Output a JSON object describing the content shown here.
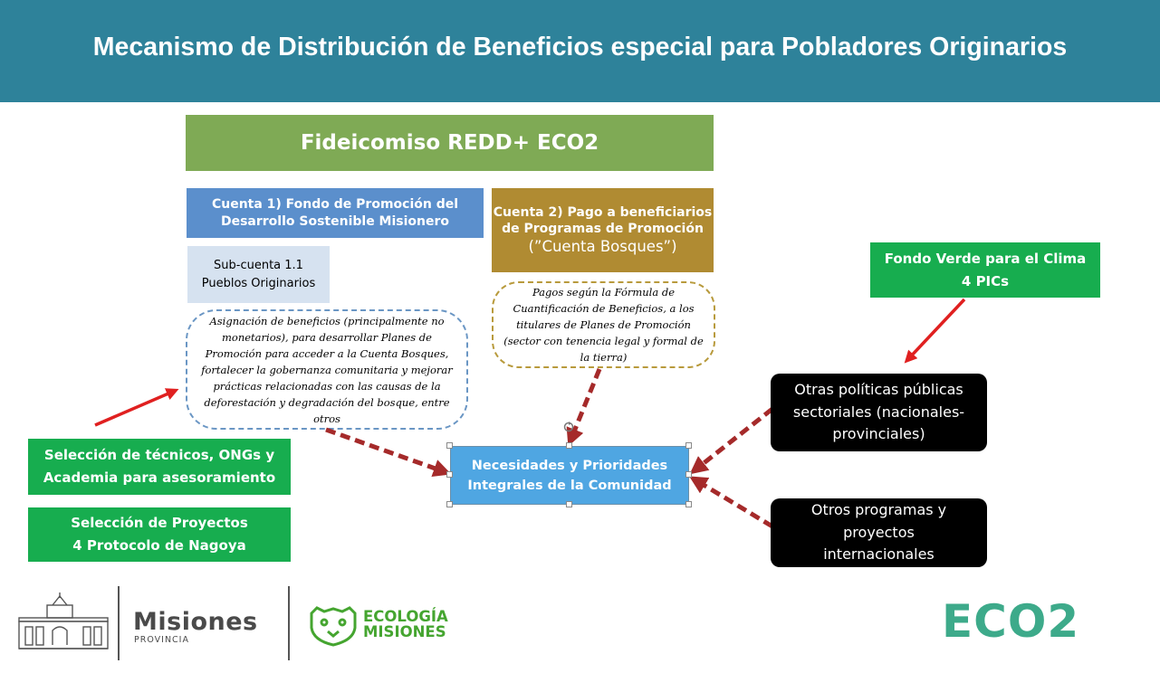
{
  "header": {
    "title": "Mecanismo de Distribución de Beneficios especial para Pobladores Originarios"
  },
  "fideicomiso": {
    "title": "Fideicomiso REDD+ ECO2"
  },
  "cuenta1": {
    "title": "Cuenta 1) Fondo de Promoción del Desarrollo Sostenible Misionero"
  },
  "cuenta2": {
    "title": "Cuenta 2) Pago a beneficiarios de Programas de Promoción",
    "subtitle": "(”Cuenta Bosques”)"
  },
  "subcuenta": {
    "line1": "Sub-cuenta 1.1",
    "line2": "Pueblos Originarios"
  },
  "asignacion": {
    "text": "Asignación de beneficios (principalmente no monetarios), para desarrollar Planes de Promoción para acceder a la Cuenta Bosques, fortalecer la gobernanza comunitaria y mejorar prácticas relacionadas con las causas de la deforestación y degradación del bosque, entre otros"
  },
  "pagos": {
    "text": "Pagos según la Fórmula de Cuantificación de Beneficios, a los titulares de Planes de Promoción (sector con tenencia legal y formal de la tierra)"
  },
  "necesidades": {
    "line1": "Necesidades y Prioridades",
    "line2": "Integrales de la Comunidad"
  },
  "otras_politicas": {
    "line1": "Otras políticas públicas",
    "line2": "sectoriales (nacionales-",
    "line3": "provinciales)"
  },
  "otros_programas": {
    "line1": "Otros programas y",
    "line2": "proyectos",
    "line3": "internacionales"
  },
  "fondo_verde": {
    "line1": "Fondo Verde para el Clima",
    "line2": "4 PICs"
  },
  "seleccion_tecnicos": {
    "line1": "Selección de técnicos, ONGs y",
    "line2": "Academia para asesoramiento"
  },
  "seleccion_proyectos": {
    "line1": "Selección de Proyectos",
    "line2": "4 Protocolo de Nagoya"
  },
  "logos": {
    "misiones": "Misiones",
    "provincia": "PROVINCIA",
    "ecologia_line1": "ECOLOGÍA",
    "ecologia_line2": "MISIONES",
    "eco2": "ECO2"
  },
  "colors": {
    "header": "#2e829a",
    "fideicomiso": "#7faa55",
    "cuenta1": "#5b8fcc",
    "cuenta2": "#b08b32",
    "subcuenta": "#d6e2f0",
    "center_box": "#4fa6e2",
    "green_boxes": "#17ad4f",
    "black_boxes": "#000000",
    "dashed_arrows": "#a52a2a",
    "red_arrows": "#e02020"
  }
}
